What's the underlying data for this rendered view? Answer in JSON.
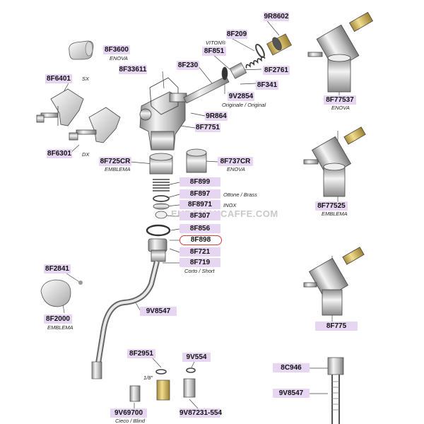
{
  "watermark": "EUROMAXCAFFE.COM",
  "colors": {
    "label_bg": "#e6d6f2",
    "highlight": "#d23b3b",
    "leader": "#444444"
  },
  "labels": [
    {
      "code": "9R8602",
      "note": ""
    },
    {
      "code": "8F209",
      "note": ""
    },
    {
      "code": "8F3600",
      "note": "ENOVA"
    },
    {
      "code": "8F851",
      "note": "VITON®"
    },
    {
      "code": "8F33611",
      "note": ""
    },
    {
      "code": "8F230",
      "note": ""
    },
    {
      "code": "8F2761",
      "note": ""
    },
    {
      "code": "8F6401",
      "note": "SX"
    },
    {
      "code": "8F341",
      "note": ""
    },
    {
      "code": "9V2854",
      "note": "Originale / Original"
    },
    {
      "code": "8F77537",
      "note": "ENOVA"
    },
    {
      "code": "9R864",
      "note": ""
    },
    {
      "code": "8F7751",
      "note": ""
    },
    {
      "code": "8F6301",
      "note": "DX"
    },
    {
      "code": "8F725CR",
      "note": "EMBLEMA"
    },
    {
      "code": "8F737CR",
      "note": "ENOVA"
    },
    {
      "code": "8F899",
      "note": ""
    },
    {
      "code": "8F897",
      "note": "Ottone / Brass"
    },
    {
      "code": "8F8971",
      "note": "INOX"
    },
    {
      "code": "8F307",
      "note": ""
    },
    {
      "code": "8F77525",
      "note": "EMBLEMA"
    },
    {
      "code": "8F856",
      "note": ""
    },
    {
      "code": "8F898",
      "note": ""
    },
    {
      "code": "8F721",
      "note": ""
    },
    {
      "code": "8F719",
      "note": "Corto / Short"
    },
    {
      "code": "8F2841",
      "note": ""
    },
    {
      "code": "9V8547",
      "note": ""
    },
    {
      "code": "8F2000",
      "note": "EMBLEMA"
    },
    {
      "code": "8F775",
      "note": ""
    },
    {
      "code": "8F2951",
      "note": ""
    },
    {
      "code": "9V554",
      "note": ""
    },
    {
      "code": "8C946",
      "note": ""
    },
    {
      "code": "9V8547",
      "note": ""
    },
    {
      "code": "9V69700",
      "note": "Cieco / Blind"
    },
    {
      "code": "9V87231-554",
      "note": ""
    }
  ],
  "annotations": {
    "thread_size": "1/8\""
  }
}
